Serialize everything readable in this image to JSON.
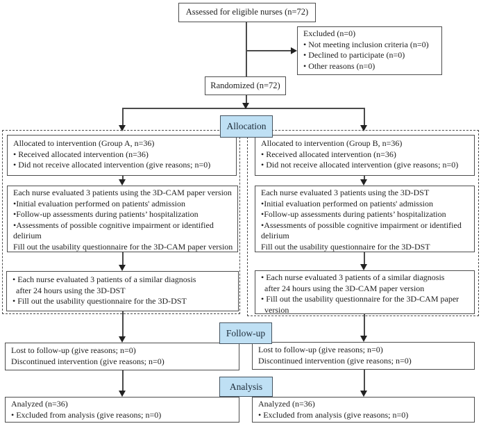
{
  "colors": {
    "stage_bg": "#bfe0f4",
    "stage_border": "#45535f",
    "line": "#4a4a4a",
    "box_border": "#4c4c4c"
  },
  "flow": {
    "assessed": "Assessed for eligible nurses (n=72)",
    "excluded": {
      "lines": [
        "Excluded (n=0)",
        "• Not meeting inclusion criteria (n=0)",
        "• Declined to participate (n=0)",
        "• Other reasons (n=0)"
      ]
    },
    "randomized": "Randomized (n=72)",
    "stage_labels": {
      "allocation": "Allocation",
      "followup": "Follow-up",
      "analysis": "Analysis"
    },
    "group_a": {
      "allocated": {
        "lines": [
          "Allocated to intervention (Group A, n=36)",
          "• Received allocated intervention (n=36)",
          "• Did not receive allocated intervention (give reasons; n=0)"
        ]
      },
      "evaluation": {
        "lines": [
          "Each nurse evaluated 3 patients using the 3D-CAM paper version",
          "•Initial evaluation performed on patients' admission",
          "•Follow-up assessments during patients’ hospitalization",
          "•Assessments of possible cognitive impairment or identified",
          "delirium",
          "Fill out the usability questionnaire for the 3D-CAM paper version"
        ]
      },
      "crossover": {
        "lines": [
          "• Each nurse evaluated 3 patients of a similar diagnosis",
          "after 24 hours using the 3D-DST",
          "• Fill out the usability questionnaire for the 3D-DST"
        ]
      },
      "followup": {
        "lines": [
          "Lost to follow-up (give reasons; n=0)",
          "Discontinued intervention (give reasons; n=0)"
        ]
      },
      "analysis": {
        "lines": [
          "Analyzed  (n=36)",
          "• Excluded from analysis (give reasons; n=0)"
        ]
      }
    },
    "group_b": {
      "allocated": {
        "lines": [
          "Allocated to intervention (Group B, n=36)",
          "• Received allocated intervention (n=36)",
          "• Did not receive allocated intervention (give reasons; n=0)"
        ]
      },
      "evaluation": {
        "lines": [
          "Each nurse evaluated 3 patients using the 3D-DST",
          "•Initial evaluation performed on patients' admission",
          "•Follow-up assessments during patients’ hospitalization",
          "•Assessments of possible cognitive impairment or identified",
          "delirium",
          "Fill out the usability questionnaire for the 3D-DST"
        ]
      },
      "crossover": {
        "lines": [
          "• Each nurse evaluated 3 patients of a similar diagnosis",
          "after 24 hours using the 3D-CAM paper version",
          "• Fill out the usability questionnaire for the 3D-CAM paper",
          "version"
        ]
      },
      "followup": {
        "lines": [
          "Lost to follow-up (give reasons; n=0)",
          "Discontinued intervention (give reasons; n=0)"
        ]
      },
      "analysis": {
        "lines": [
          "Analyzed  (n=36)",
          "• Excluded from analysis (give reasons; n=0)"
        ]
      }
    }
  }
}
